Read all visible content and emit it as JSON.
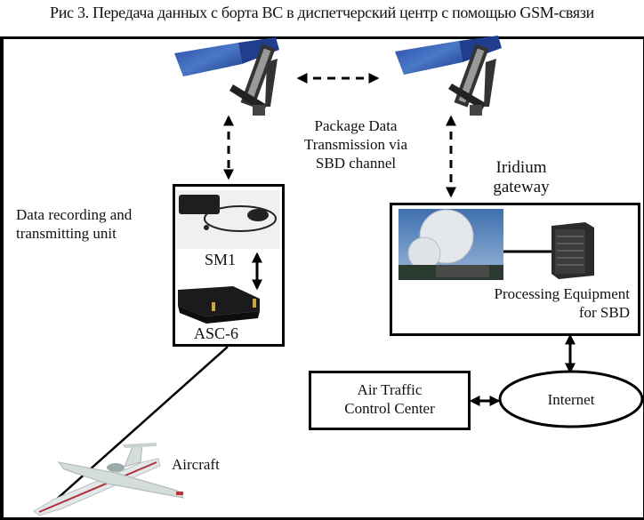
{
  "caption": "Рис 3. Передача данных с борта ВС в диспетчерский центр с помощью GSM-связи",
  "labels": {
    "package_line1": "Package Data",
    "package_line2": "Transmission via",
    "package_line3": "SBD channel",
    "gateway_line1": "Iridium",
    "gateway_line2": "gateway",
    "unit_line1": "Data recording and",
    "unit_line2": "transmitting unit",
    "sm1": "SM1",
    "asc6": "ASC-6",
    "processing_line1": "Processing Equipment",
    "processing_line2": "for SBD",
    "atc_line1": "Air Traffic",
    "atc_line2": "Control Center",
    "internet": "Internet",
    "aircraft": "Aircraft"
  },
  "nodes": [
    {
      "id": "satellite-1",
      "type": "image",
      "depicts": "Iridium satellite"
    },
    {
      "id": "satellite-2",
      "type": "image",
      "depicts": "Iridium satellite"
    },
    {
      "id": "sm1",
      "type": "image",
      "depicts": "SM1 modem with antenna"
    },
    {
      "id": "asc6",
      "type": "image",
      "depicts": "ASC-6 device"
    },
    {
      "id": "ground-station",
      "type": "image",
      "depicts": "radome ground station"
    },
    {
      "id": "server",
      "type": "image",
      "depicts": "server tower"
    },
    {
      "id": "aircraft",
      "type": "image",
      "depicts": "jet aircraft"
    }
  ],
  "edges": [
    {
      "from": "satellite-1",
      "to": "satellite-2",
      "style": "dashed",
      "arrows": "both"
    },
    {
      "from": "satellite-1",
      "to": "data-unit",
      "style": "dashed",
      "arrows": "both"
    },
    {
      "from": "satellite-2",
      "to": "iridium-gateway",
      "style": "dashed",
      "arrows": "both"
    },
    {
      "from": "sm1",
      "to": "asc6",
      "style": "solid",
      "arrows": "both"
    },
    {
      "from": "ground-station",
      "to": "server",
      "style": "solid",
      "arrows": "none"
    },
    {
      "from": "iridium-gateway",
      "to": "internet",
      "style": "solid",
      "arrows": "both"
    },
    {
      "from": "atc",
      "to": "internet",
      "style": "solid",
      "arrows": "both"
    },
    {
      "from": "data-unit",
      "to": "aircraft",
      "style": "solid",
      "arrows": "none"
    }
  ],
  "colors": {
    "panel_blue": "#1f3f8f",
    "panel_blue_light": "#3a6ac0",
    "sky_blue": "#4f7fb8",
    "dome": "#e6e9ee",
    "device": "#1c1c1c",
    "aircraft_body": "#dfe6e6",
    "aircraft_stripe": "#b03040"
  }
}
